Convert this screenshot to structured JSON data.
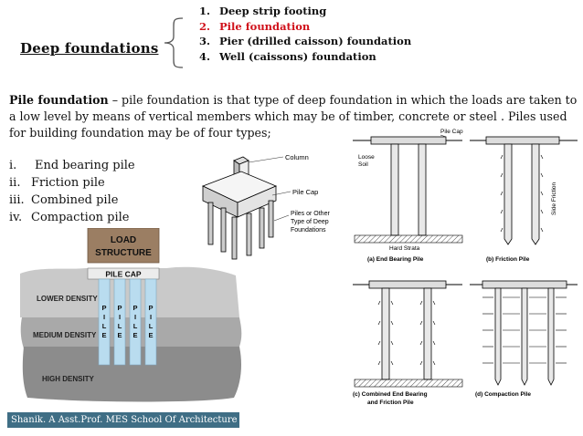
{
  "slide": {
    "title": "Deep  foundations",
    "types": [
      {
        "num": "1.",
        "label": "Deep strip footing",
        "active": false
      },
      {
        "num": "2.",
        "label": "Pile foundation",
        "active": true
      },
      {
        "num": "3.",
        "label": "Pier (drilled caisson) foundation",
        "active": false
      },
      {
        "num": "4.",
        "label": "Well (caissons) foundation",
        "active": false
      }
    ],
    "description": {
      "term": "Pile foundation",
      "text": " – pile foundation is that type of deep foundation in which  the loads are taken to a low level by means of vertical members which may be of timber, concrete or steel . Piles used for building foundation may be of four types;"
    },
    "pile_types": [
      {
        "num": "i.",
        "label": "End bearing pile"
      },
      {
        "num": "ii.",
        "label": "Friction pile"
      },
      {
        "num": "iii.",
        "label": "Combined pile"
      },
      {
        "num": "iv.",
        "label": "Compaction pile"
      }
    ],
    "footer": "Shanik. A Asst.Prof. MES School Of Architecture"
  },
  "figure_pile_cap": {
    "column": "Column",
    "pile_cap": "Pile Cap",
    "piles_line1": "Piles or Other",
    "piles_line2": "Type of Deep",
    "piles_line3": "Foundations"
  },
  "figure_layers": {
    "load_line1": "LOAD",
    "load_line2": "STRUCTURE",
    "pile_cap": "PILE CAP",
    "lower": "LOWER DENSITY",
    "medium": "MEDIUM DENSITY",
    "high": "HIGH DENSITY",
    "pile_letters": [
      "P",
      "I",
      "L",
      "E"
    ]
  },
  "figure_pile_types": {
    "pile_cap": "Pile Cap",
    "loose_soil_line1": "Loose",
    "loose_soil_line2": "Soil",
    "hard_strata": "Hard Strata",
    "side_friction": "Side Friction",
    "caption_a": "(a)  End Bearing Pile",
    "caption_b": "(b)  Friction Pile",
    "caption_c_line1": "(c)  Combined  End  Bearing",
    "caption_c_line2": "and  Friction  Pile",
    "caption_d": "(d)  Compaction  Pile"
  },
  "colors": {
    "active_item": "#d0101a",
    "footer_bg": "#3f6e85",
    "load_box": "#9b7e63",
    "pile_fill": "#b9dcef"
  }
}
